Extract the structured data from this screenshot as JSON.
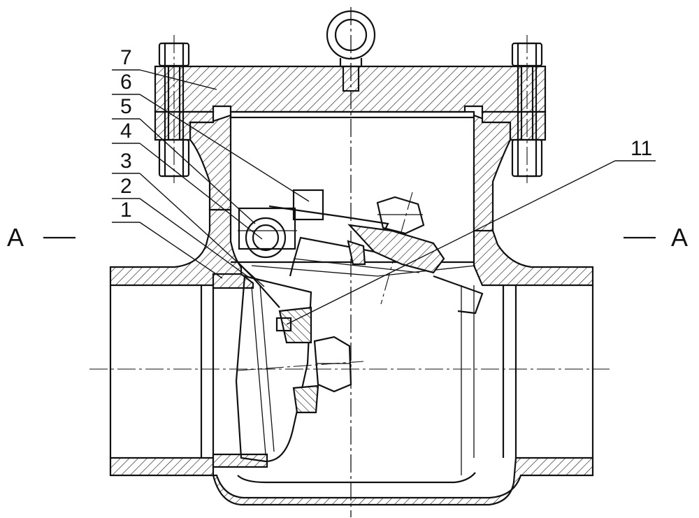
{
  "labels": {
    "part_1": "1",
    "part_2": "2",
    "part_3": "3",
    "part_4": "4",
    "part_5": "5",
    "part_6": "6",
    "part_7": "7",
    "part_11": "11",
    "section_left": "A",
    "section_right": "A"
  }
}
